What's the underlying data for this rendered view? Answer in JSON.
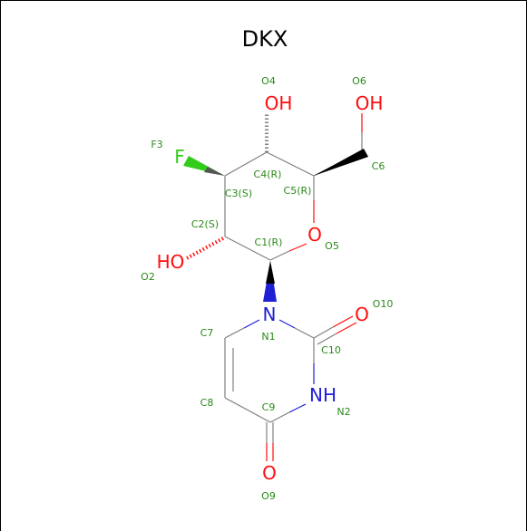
{
  "title": "DKX",
  "colors": {
    "oxygen": "#ff0d0d",
    "nitrogen": "#1f1fd6",
    "fluorine": "#33cc1a",
    "label": "#2a8a1a",
    "bond": "#808080"
  },
  "atoms": {
    "O4": "OH",
    "O6": "OH",
    "F3": "F",
    "O5": "O",
    "O2": "HO",
    "N1": "N",
    "O10": "O",
    "N2": "NH",
    "O9": "O"
  },
  "labels": {
    "O4": "O4",
    "O6": "O6",
    "F3": "F3",
    "C6": "C6",
    "C4": "C4(R)",
    "C3": "C3(S)",
    "C5": "C5(R)",
    "C2": "C2(S)",
    "O5": "O5",
    "C1": "C1(R)",
    "O2": "O2",
    "O10": "O10",
    "C7": "C7",
    "N1": "N1",
    "C10": "C10",
    "C8": "C8",
    "C9": "C9",
    "N2": "N2",
    "O9": "O9"
  }
}
